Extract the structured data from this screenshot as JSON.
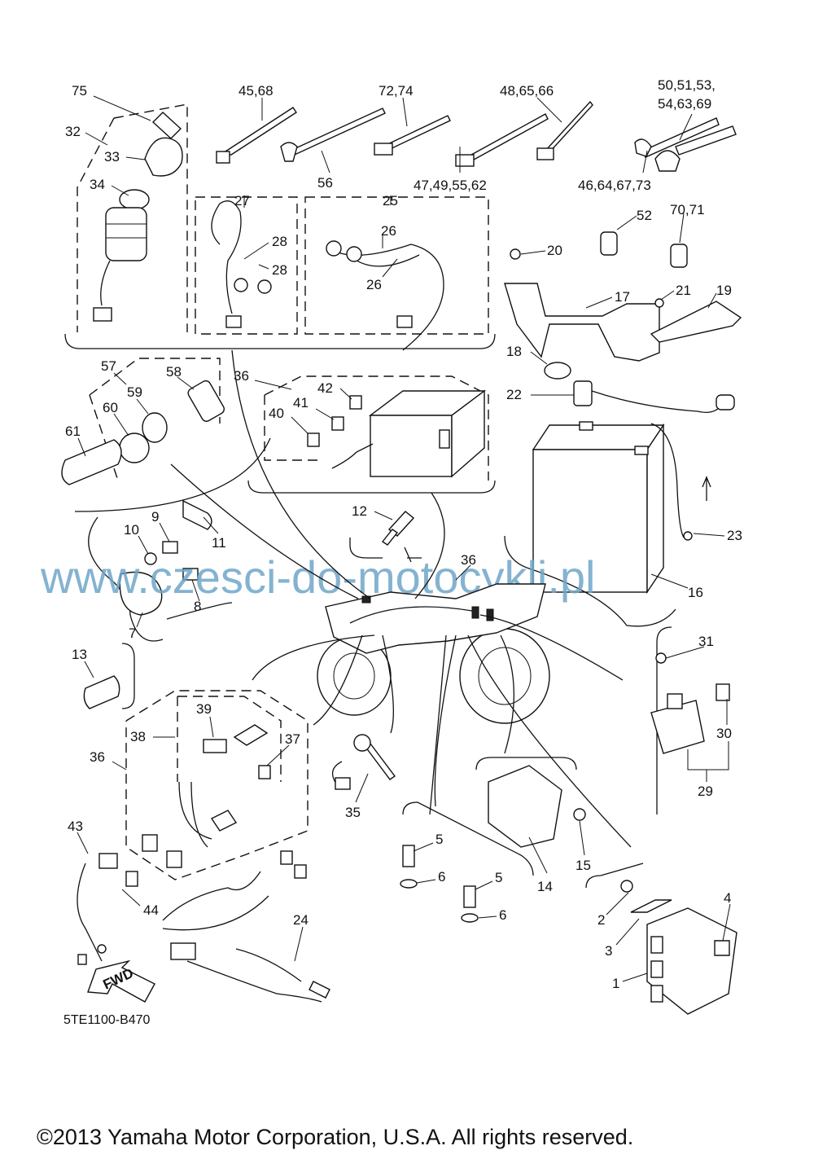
{
  "diagram": {
    "diagram_code": "5TE1100-B470",
    "watermark": "www.czesci-do-motocykli.pl",
    "copyright": "©2013 Yamaha Motor Corporation, U.S.A. All rights reserved.",
    "fwd_label": "FWD",
    "callouts": {
      "c75": "75",
      "c32": "32",
      "c33": "33",
      "c34": "34",
      "c45_68": "45,68",
      "c56": "56",
      "c72_74": "72,74",
      "c47_49_55_62": "47,49,55,62",
      "c48_65_66": "48,65,66",
      "c46_64_67_73": "46,64,67,73",
      "c50_51_53": "50,51,53,",
      "c54_63_69": "54,63,69",
      "c27": "27",
      "c28a": "28",
      "c28b": "28",
      "c25": "25",
      "c26a": "26",
      "c26b": "26",
      "c20": "20",
      "c52": "52",
      "c70_71": "70,71",
      "c17": "17",
      "c21": "21",
      "c19": "19",
      "c18": "18",
      "c22": "22",
      "c23": "23",
      "c16": "16",
      "c57": "57",
      "c58": "58",
      "c59": "59",
      "c60": "60",
      "c61": "61",
      "c36a": "36",
      "c42": "42",
      "c41": "41",
      "c40": "40",
      "c12": "12",
      "c36b": "36",
      "c9": "9",
      "c10": "10",
      "c11": "11",
      "c8": "8",
      "c7": "7",
      "c13": "13",
      "c31": "31",
      "c30": "30",
      "c29": "29",
      "c39": "39",
      "c38": "38",
      "c37": "37",
      "c36c": "36",
      "c35": "35",
      "c5a": "5",
      "c6a": "6",
      "c5b": "5",
      "c6b": "6",
      "c14": "14",
      "c15": "15",
      "c43": "43",
      "c44": "44",
      "c24": "24",
      "c4": "4",
      "c2": "2",
      "c3": "3",
      "c1": "1"
    }
  }
}
